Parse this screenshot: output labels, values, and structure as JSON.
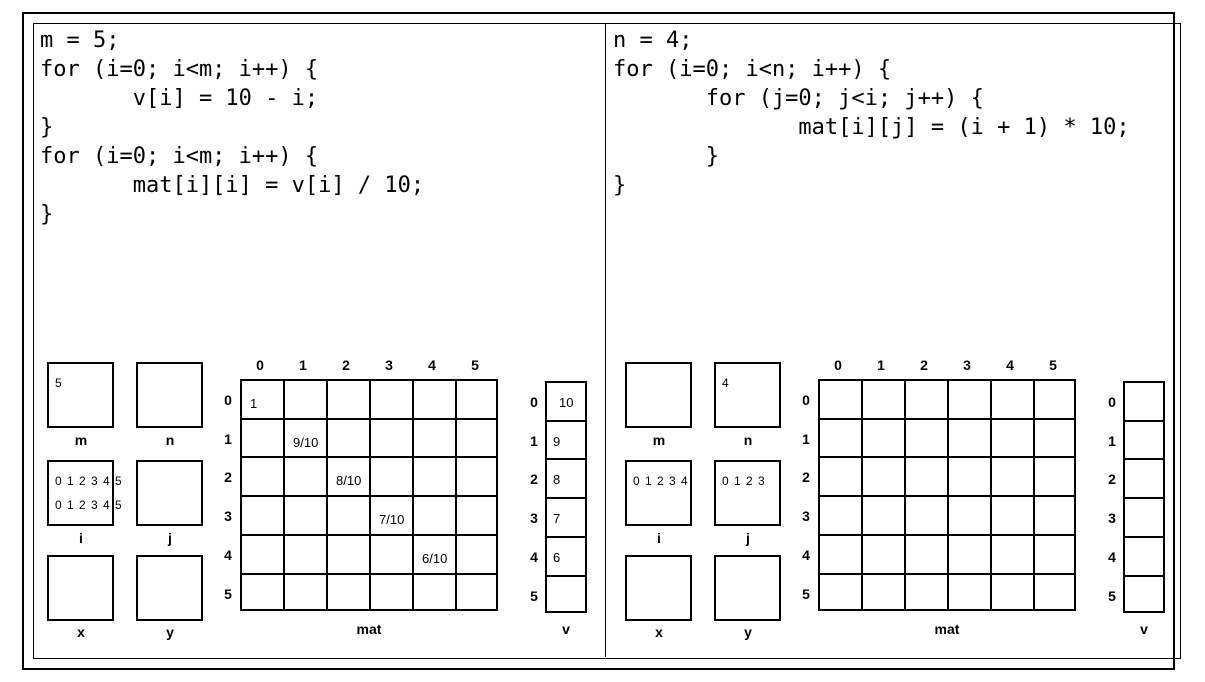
{
  "left": {
    "code": [
      "m = 5;",
      "for (i=0; i<m; i++) {",
      "       v[i] = 10 - i;",
      "}",
      "for (i=0; i<m; i++) {",
      "       mat[i][i] = v[i] / 10;",
      "}"
    ],
    "vars": {
      "m": {
        "label": "m",
        "value": "5"
      },
      "n": {
        "label": "n",
        "value": ""
      },
      "i": {
        "label": "i",
        "value": "0 1 2 3 4 5\n0 1 2 3 4 5"
      },
      "j": {
        "label": "j",
        "value": ""
      },
      "x": {
        "label": "x",
        "value": ""
      },
      "y": {
        "label": "y",
        "value": ""
      }
    },
    "mat": {
      "label": "mat",
      "col_indices": [
        "0",
        "1",
        "2",
        "3",
        "4",
        "5"
      ],
      "row_indices": [
        "0",
        "1",
        "2",
        "3",
        "4",
        "5"
      ],
      "cells": [
        [
          "1",
          "",
          "",
          "",
          "",
          ""
        ],
        [
          "",
          "9/10",
          "",
          "",
          "",
          ""
        ],
        [
          "",
          "",
          "8/10",
          "",
          "",
          ""
        ],
        [
          "",
          "",
          "",
          "7/10",
          "",
          ""
        ],
        [
          "",
          "",
          "",
          "",
          "6/10",
          ""
        ],
        [
          "",
          "",
          "",
          "",
          "",
          ""
        ]
      ]
    },
    "v": {
      "label": "v",
      "indices": [
        "0",
        "1",
        "2",
        "3",
        "4",
        "5"
      ],
      "values": [
        "10",
        "9",
        "8",
        "7",
        "6",
        ""
      ]
    }
  },
  "right": {
    "code": [
      "n = 4;",
      "for (i=0; i<n; i++) {",
      "       for (j=0; j<i; j++) {",
      "              mat[i][j] = (i + 1) * 10;",
      "       }",
      "}"
    ],
    "vars": {
      "m": {
        "label": "m",
        "value": ""
      },
      "n": {
        "label": "n",
        "value": "4"
      },
      "i": {
        "label": "i",
        "value": "0 1 2 3 4"
      },
      "j": {
        "label": "j",
        "value": "0 1 2 3"
      },
      "x": {
        "label": "x",
        "value": ""
      },
      "y": {
        "label": "y",
        "value": ""
      }
    },
    "mat": {
      "label": "mat",
      "col_indices": [
        "0",
        "1",
        "2",
        "3",
        "4",
        "5"
      ],
      "row_indices": [
        "0",
        "1",
        "2",
        "3",
        "4",
        "5"
      ],
      "cells": [
        [
          "",
          "",
          "",
          "",
          "",
          ""
        ],
        [
          "",
          "",
          "",
          "",
          "",
          ""
        ],
        [
          "",
          "",
          "",
          "",
          "",
          ""
        ],
        [
          "",
          "",
          "",
          "",
          "",
          ""
        ],
        [
          "",
          "",
          "",
          "",
          "",
          ""
        ],
        [
          "",
          "",
          "",
          "",
          "",
          ""
        ]
      ]
    },
    "v": {
      "label": "v",
      "indices": [
        "0",
        "1",
        "2",
        "3",
        "4",
        "5"
      ],
      "values": [
        "",
        "",
        "",
        "",
        "",
        ""
      ]
    }
  }
}
